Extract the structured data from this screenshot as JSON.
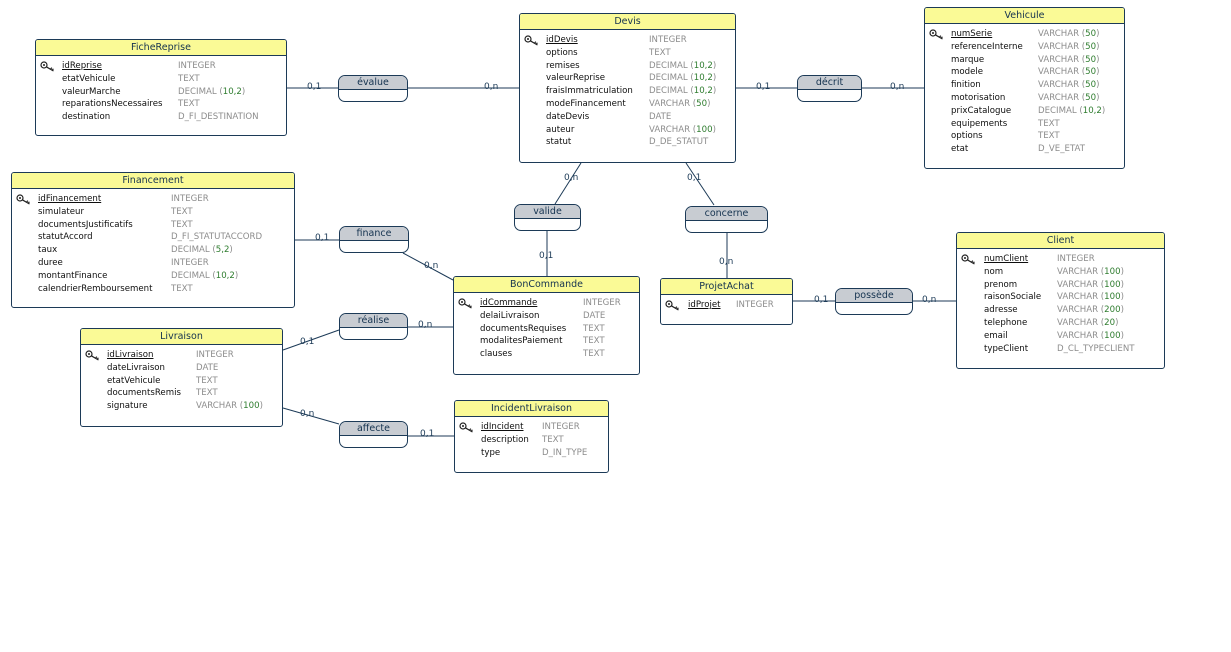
{
  "entities": [
    {
      "id": "fichereprise",
      "name": "FicheReprise",
      "attributes": [
        {
          "name": "idReprise",
          "type": "INTEGER",
          "pk": true
        },
        {
          "name": "etatVehicule",
          "type": "TEXT"
        },
        {
          "name": "valeurMarche",
          "type": "DECIMAL (10,2)"
        },
        {
          "name": "reparationsNecessaires",
          "type": "TEXT"
        },
        {
          "name": "destination",
          "type": "D_FI_DESTINATION"
        }
      ]
    },
    {
      "id": "devis",
      "name": "Devis",
      "attributes": [
        {
          "name": "idDevis",
          "type": "INTEGER",
          "pk": true
        },
        {
          "name": "options",
          "type": "TEXT"
        },
        {
          "name": "remises",
          "type": "DECIMAL (10,2)"
        },
        {
          "name": "valeurReprise",
          "type": "DECIMAL (10,2)"
        },
        {
          "name": "fraisImmatriculation",
          "type": "DECIMAL (10,2)"
        },
        {
          "name": "modeFinancement",
          "type": "VARCHAR (50)"
        },
        {
          "name": "dateDevis",
          "type": "DATE"
        },
        {
          "name": "auteur",
          "type": "VARCHAR (100)"
        },
        {
          "name": "statut",
          "type": "D_DE_STATUT"
        }
      ]
    },
    {
      "id": "vehicule",
      "name": "Vehicule",
      "attributes": [
        {
          "name": "numSerie",
          "type": "VARCHAR (50)",
          "pk": true
        },
        {
          "name": "referenceInterne",
          "type": "VARCHAR (50)"
        },
        {
          "name": "marque",
          "type": "VARCHAR (50)"
        },
        {
          "name": "modele",
          "type": "VARCHAR (50)"
        },
        {
          "name": "finition",
          "type": "VARCHAR (50)"
        },
        {
          "name": "motorisation",
          "type": "VARCHAR (50)"
        },
        {
          "name": "prixCatalogue",
          "type": "DECIMAL (10,2)"
        },
        {
          "name": "equipements",
          "type": "TEXT"
        },
        {
          "name": "options",
          "type": "TEXT"
        },
        {
          "name": "etat",
          "type": "D_VE_ETAT"
        }
      ]
    },
    {
      "id": "financement",
      "name": "Financement",
      "attributes": [
        {
          "name": "idFinancement",
          "type": "INTEGER",
          "pk": true
        },
        {
          "name": "simulateur",
          "type": "TEXT"
        },
        {
          "name": "documentsJustificatifs",
          "type": "TEXT"
        },
        {
          "name": "statutAccord",
          "type": "D_FI_STATUTACCORD"
        },
        {
          "name": "taux",
          "type": "DECIMAL (5,2)"
        },
        {
          "name": "duree",
          "type": "INTEGER"
        },
        {
          "name": "montantFinance",
          "type": "DECIMAL (10,2)"
        },
        {
          "name": "calendrierRemboursement",
          "type": "TEXT"
        }
      ]
    },
    {
      "id": "bondecommande",
      "name": "BonCommande",
      "attributes": [
        {
          "name": "idCommande",
          "type": "INTEGER",
          "pk": true
        },
        {
          "name": "delaiLivraison",
          "type": "DATE"
        },
        {
          "name": "documentsRequises",
          "type": "TEXT"
        },
        {
          "name": "modalitesPaiement",
          "type": "TEXT"
        },
        {
          "name": "clauses",
          "type": "TEXT"
        }
      ]
    },
    {
      "id": "projetachat",
      "name": "ProjetAchat",
      "attributes": [
        {
          "name": "idProjet",
          "type": "INTEGER",
          "pk": true
        }
      ]
    },
    {
      "id": "client",
      "name": "Client",
      "attributes": [
        {
          "name": "numClient",
          "type": "INTEGER",
          "pk": true
        },
        {
          "name": "nom",
          "type": "VARCHAR (100)"
        },
        {
          "name": "prenom",
          "type": "VARCHAR (100)"
        },
        {
          "name": "raisonSociale",
          "type": "VARCHAR (100)"
        },
        {
          "name": "adresse",
          "type": "VARCHAR (200)"
        },
        {
          "name": "telephone",
          "type": "VARCHAR (20)"
        },
        {
          "name": "email",
          "type": "VARCHAR (100)"
        },
        {
          "name": "typeClient",
          "type": "D_CL_TYPECLIENT"
        }
      ]
    },
    {
      "id": "livraison",
      "name": "Livraison",
      "attributes": [
        {
          "name": "idLivraison",
          "type": "INTEGER",
          "pk": true
        },
        {
          "name": "dateLivraison",
          "type": "DATE"
        },
        {
          "name": "etatVehicule",
          "type": "TEXT"
        },
        {
          "name": "documentsRemis",
          "type": "TEXT"
        },
        {
          "name": "signature",
          "type": "VARCHAR (100)"
        }
      ]
    },
    {
      "id": "incidentlivraison",
      "name": "IncidentLivraison",
      "attributes": [
        {
          "name": "idIncident",
          "type": "INTEGER",
          "pk": true
        },
        {
          "name": "description",
          "type": "TEXT"
        },
        {
          "name": "type",
          "type": "D_IN_TYPE"
        }
      ]
    }
  ],
  "associations": [
    {
      "id": "evalue",
      "name": "évalue"
    },
    {
      "id": "decrit",
      "name": "décrit"
    },
    {
      "id": "valide",
      "name": "valide"
    },
    {
      "id": "concerne",
      "name": "concerne"
    },
    {
      "id": "finance",
      "name": "finance"
    },
    {
      "id": "realise",
      "name": "réalise"
    },
    {
      "id": "possede",
      "name": "possède"
    },
    {
      "id": "affecte",
      "name": "affecte"
    }
  ],
  "cardinalities": [
    {
      "id": "evalue-fichereprise",
      "text": "0,1"
    },
    {
      "id": "evalue-devis",
      "text": "0,n"
    },
    {
      "id": "decrit-devis",
      "text": "0,1"
    },
    {
      "id": "decrit-vehicule",
      "text": "0,n"
    },
    {
      "id": "valide-devis",
      "text": "0,n"
    },
    {
      "id": "valide-bondecommande",
      "text": "0,1"
    },
    {
      "id": "concerne-devis",
      "text": "0,1"
    },
    {
      "id": "concerne-projetachat",
      "text": "0,n"
    },
    {
      "id": "finance-financement",
      "text": "0,1"
    },
    {
      "id": "finance-bondecommande",
      "text": "0,n"
    },
    {
      "id": "realise-livraison",
      "text": "0,1"
    },
    {
      "id": "realise-bondecommande",
      "text": "0,n"
    },
    {
      "id": "possede-projetachat",
      "text": "0,1"
    },
    {
      "id": "possede-client",
      "text": "0,n"
    },
    {
      "id": "affecte-livraison",
      "text": "0,n"
    },
    {
      "id": "affecte-incidentlivraison",
      "text": "0,1"
    }
  ],
  "colors": {
    "entity_header": "#fafa96",
    "association_header": "#c8ccd2",
    "border": "#1c3a57",
    "type_text": "#8c8c8c",
    "number_text": "#2f7d2f"
  }
}
